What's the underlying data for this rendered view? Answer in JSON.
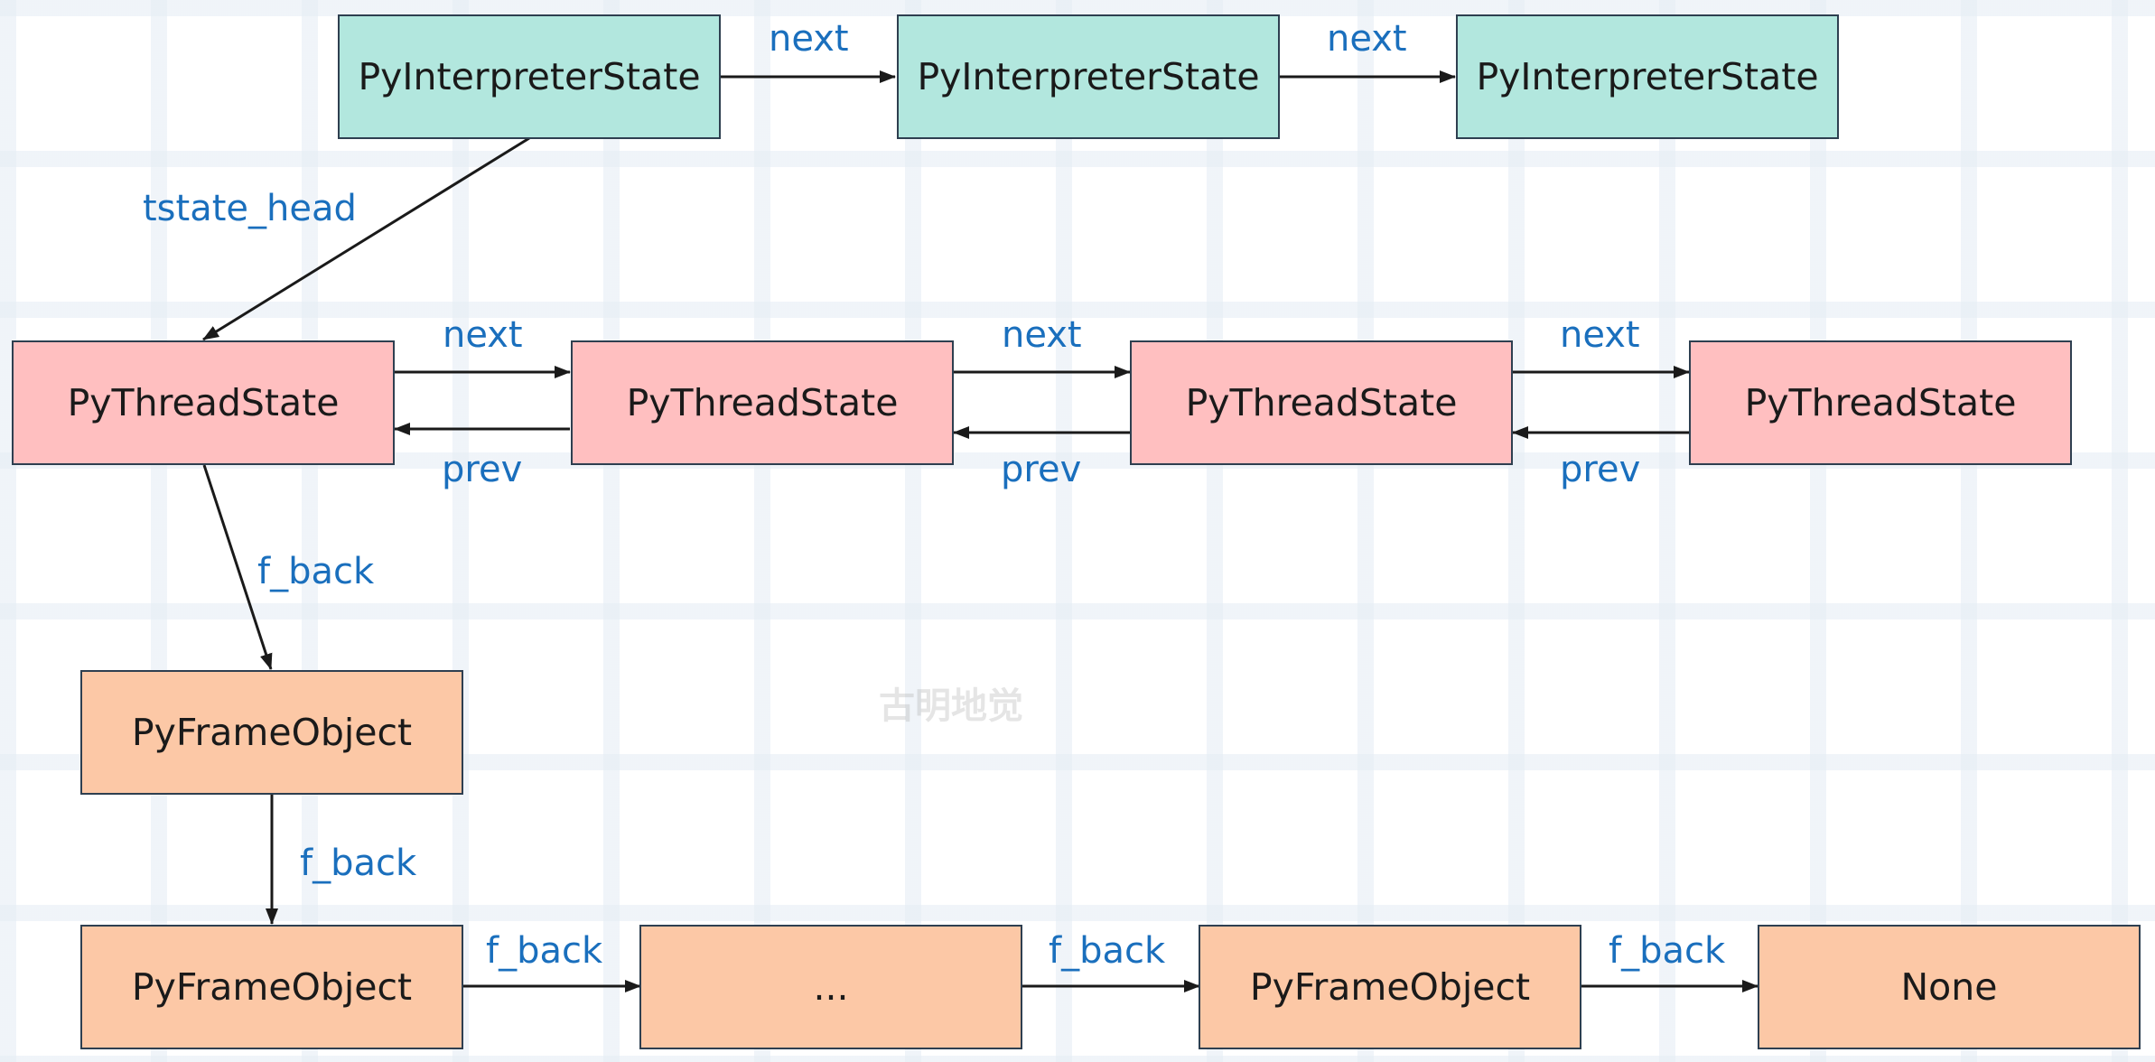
{
  "nodes": {
    "interp_1": "PyInterpreterState",
    "interp_2": "PyInterpreterState",
    "interp_3": "PyInterpreterState",
    "thread_1": "PyThreadState",
    "thread_2": "PyThreadState",
    "thread_3": "PyThreadState",
    "thread_4": "PyThreadState",
    "frame_1": "PyFrameObject",
    "frame_2": "PyFrameObject",
    "frame_ellipsis": "...",
    "frame_3": "PyFrameObject",
    "none": "None"
  },
  "edge_labels": {
    "interp_next_1": "next",
    "interp_next_2": "next",
    "tstate_head": "tstate_head",
    "thread_next_1": "next",
    "thread_next_2": "next",
    "thread_next_3": "next",
    "thread_prev_1": "prev",
    "thread_prev_2": "prev",
    "thread_prev_3": "prev",
    "fback_thread": "f_back",
    "fback_frame_down": "f_back",
    "fback_row_1": "f_back",
    "fback_row_2": "f_back",
    "fback_row_3": "f_back"
  },
  "watermark": "古明地觉",
  "colors": {
    "interpreter_fill": "#b2e7de",
    "thread_fill": "#ffbfc0",
    "frame_fill": "#fcc8a6",
    "label_text": "#1a6fbd",
    "border": "#2e3f50"
  }
}
